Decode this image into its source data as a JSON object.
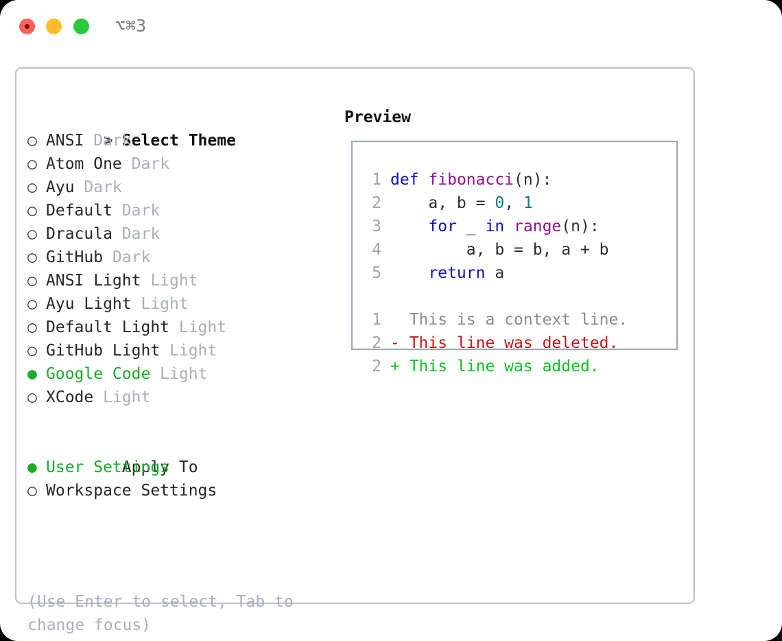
{
  "window": {
    "title": "⌥⌘3",
    "controls": [
      {
        "name": "close",
        "color": "#ff6058"
      },
      {
        "name": "minimize",
        "color": "#ffbd2e"
      },
      {
        "name": "maximize",
        "color": "#2ac940"
      }
    ]
  },
  "colors": {
    "panel_border": "#b9c2cc",
    "preview_border": "#9aa5b1",
    "selected_green": "#1aab29",
    "muted": "#a7b0bc",
    "keyword_blue": "#1111bb",
    "function_magenta": "#9a0f8f",
    "number_teal": "#0b7a7a",
    "diff_delete_red": "#cc1414",
    "diff_add_green": "#09c41f",
    "context_grey": "#8b8b8b"
  },
  "theme_list": {
    "header_marker": ">",
    "header_label": "Select Theme",
    "items": [
      {
        "marker": "○",
        "label": "ANSI",
        "suffix": "Dark",
        "selected": false
      },
      {
        "marker": "○",
        "label": "Atom One",
        "suffix": "Dark",
        "selected": false
      },
      {
        "marker": "○",
        "label": "Ayu",
        "suffix": "Dark",
        "selected": false
      },
      {
        "marker": "○",
        "label": "Default",
        "suffix": "Dark",
        "selected": false
      },
      {
        "marker": "○",
        "label": "Dracula",
        "suffix": "Dark",
        "selected": false
      },
      {
        "marker": "○",
        "label": "GitHub",
        "suffix": "Dark",
        "selected": false
      },
      {
        "marker": "○",
        "label": "ANSI Light",
        "suffix": "Light",
        "selected": false
      },
      {
        "marker": "○",
        "label": "Ayu Light",
        "suffix": "Light",
        "selected": false
      },
      {
        "marker": "○",
        "label": "Default Light",
        "suffix": "Light",
        "selected": false
      },
      {
        "marker": "○",
        "label": "GitHub Light",
        "suffix": "Light",
        "selected": false
      },
      {
        "marker": "●",
        "label": "Google Code",
        "suffix": "Light",
        "selected": true
      },
      {
        "marker": "○",
        "label": "XCode",
        "suffix": "Light",
        "selected": false
      }
    ]
  },
  "apply_to": {
    "header_label": "Apply To",
    "items": [
      {
        "marker": "●",
        "label": "User Settings",
        "selected": true
      },
      {
        "marker": "○",
        "label": "Workspace Settings",
        "selected": false
      }
    ]
  },
  "hint": "(Use Enter to select, Tab to change focus)",
  "preview": {
    "title": "Preview",
    "code_lines": [
      {
        "lineno": "1",
        "tokens": [
          {
            "t": "def",
            "c": "kw"
          },
          {
            "t": " ",
            "c": "plain"
          },
          {
            "t": "fibonacci",
            "c": "fn"
          },
          {
            "t": "(n):",
            "c": "plain"
          }
        ]
      },
      {
        "lineno": "2",
        "tokens": [
          {
            "t": "    a, b = ",
            "c": "plain"
          },
          {
            "t": "0",
            "c": "num"
          },
          {
            "t": ", ",
            "c": "plain"
          },
          {
            "t": "1",
            "c": "num"
          }
        ]
      },
      {
        "lineno": "3",
        "tokens": [
          {
            "t": "    ",
            "c": "plain"
          },
          {
            "t": "for",
            "c": "kw"
          },
          {
            "t": " _ ",
            "c": "plain"
          },
          {
            "t": "in",
            "c": "kw"
          },
          {
            "t": " ",
            "c": "plain"
          },
          {
            "t": "range",
            "c": "fn"
          },
          {
            "t": "(n):",
            "c": "plain"
          }
        ]
      },
      {
        "lineno": "4",
        "tokens": [
          {
            "t": "        a, b = b, a + b",
            "c": "plain"
          }
        ]
      },
      {
        "lineno": "5",
        "tokens": [
          {
            "t": "    ",
            "c": "plain"
          },
          {
            "t": "return",
            "c": "kw"
          },
          {
            "t": " a",
            "c": "plain"
          }
        ]
      }
    ],
    "diff_lines": [
      {
        "lineno": "1",
        "sign": " ",
        "text": " This is a context line.",
        "kind": "ctx"
      },
      {
        "lineno": "2",
        "sign": "-",
        "text": " This line was deleted.",
        "kind": "del"
      },
      {
        "lineno": "2",
        "sign": "+",
        "text": " This line was added.",
        "kind": "add"
      }
    ]
  }
}
